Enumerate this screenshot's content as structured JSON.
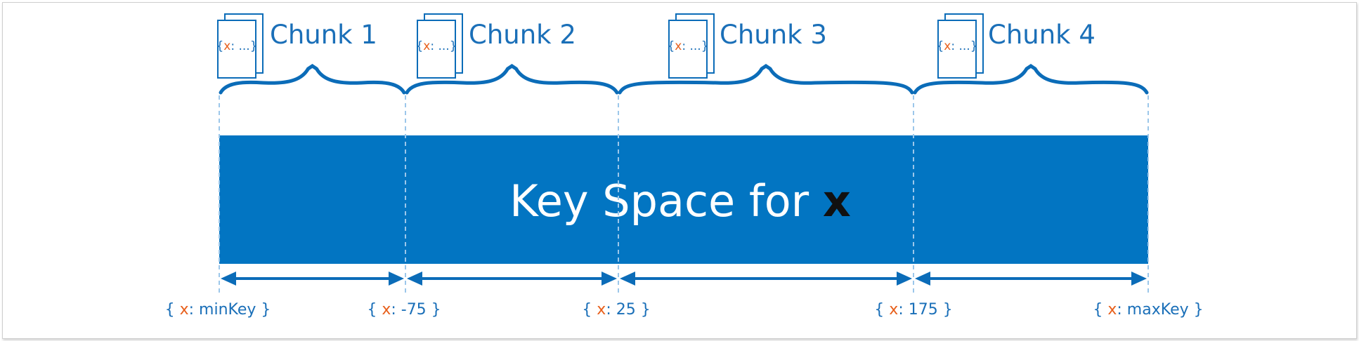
{
  "colors": {
    "bar": "#0275c2",
    "line": "#0b6cb8",
    "text_blue": "#1a6fb8",
    "key_orange": "#e8601c",
    "guide": "#9cc7ea",
    "white": "#ffffff",
    "dark": "#111111"
  },
  "key_space": {
    "label": "Key Space for ",
    "field": "x"
  },
  "chunks": [
    {
      "label": "Chunk 1",
      "doc_key": "x",
      "doc_rest": ": ...}",
      "doc_open": "{"
    },
    {
      "label": "Chunk 2",
      "doc_key": "x",
      "doc_rest": ": ...}",
      "doc_open": "{"
    },
    {
      "label": "Chunk 3",
      "doc_key": "x",
      "doc_rest": ": ...}",
      "doc_open": "{"
    },
    {
      "label": "Chunk 4",
      "doc_key": "x",
      "doc_rest": ": ...}",
      "doc_open": "{"
    }
  ],
  "boundaries": [
    {
      "open": "{ ",
      "key": "x",
      "value": ": minKey }"
    },
    {
      "open": "{ ",
      "key": "x",
      "value": ": -75 }"
    },
    {
      "open": "{ ",
      "key": "x",
      "value": ": 25 }"
    },
    {
      "open": "{ ",
      "key": "x",
      "value": ": 175 }"
    },
    {
      "open": "{ ",
      "key": "x",
      "value": ": maxKey }"
    }
  ]
}
